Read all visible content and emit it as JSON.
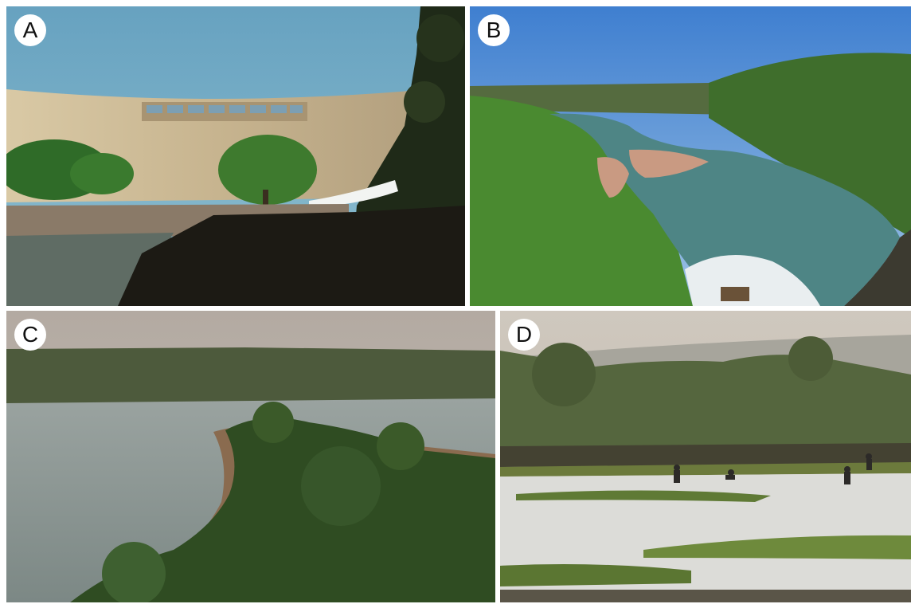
{
  "panels": [
    {
      "label": "A"
    },
    {
      "label": "B"
    },
    {
      "label": "C"
    },
    {
      "label": "D"
    }
  ],
  "colors": {
    "sky_a": "#6fa7c2",
    "sky_b": "#4f8ad0",
    "water_b": "#4f8585",
    "vegetation": "#3c7a2a",
    "sky_c": "#b7aea4",
    "water_c": "#8e9896",
    "sky_d": "#c9c2b8"
  }
}
